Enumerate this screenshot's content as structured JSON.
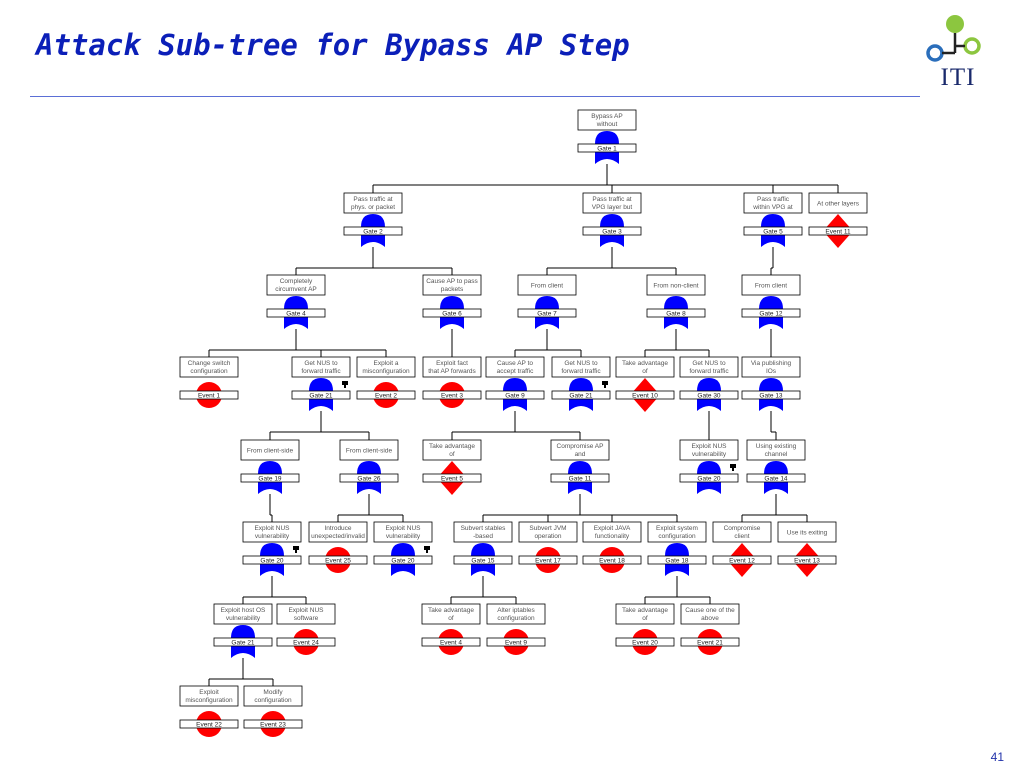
{
  "slide": {
    "title": "Attack Sub-tree for Bypass AP Step",
    "page_number": "41",
    "logo_text": "ITI"
  },
  "colors": {
    "title": "#0b1fb8",
    "gate": "#0000ff",
    "event": "#ff0000",
    "rule": "#5b6fd6",
    "logo_green": "#8cc63f",
    "logo_blue": "#2a6ebb"
  },
  "nodes": [
    {
      "id": "g1",
      "type": "gate",
      "label": "Bypass AP without",
      "tag": "Gate 1"
    },
    {
      "id": "g2",
      "type": "gate",
      "label": "Pass traffic at phys. or packet",
      "tag": "Gate 2"
    },
    {
      "id": "g3",
      "type": "gate",
      "label": "Pass traffic at VPG layer but",
      "tag": "Gate 3"
    },
    {
      "id": "g5",
      "type": "gate",
      "label": "Pass traffic within VPG at",
      "tag": "Gate 5"
    },
    {
      "id": "e11",
      "type": "event-diamond",
      "label": "At other layers",
      "tag": "Event 11"
    },
    {
      "id": "g4",
      "type": "gate",
      "label": "Completely circumvent AP",
      "tag": "Gate 4"
    },
    {
      "id": "g6",
      "type": "gate",
      "label": "Cause AP to pass packets",
      "tag": "Gate 6"
    },
    {
      "id": "g7",
      "type": "gate",
      "label": "From client",
      "tag": "Gate 7"
    },
    {
      "id": "g8",
      "type": "gate",
      "label": "From non-client",
      "tag": "Gate 8"
    },
    {
      "id": "g12",
      "type": "gate",
      "label": "From client",
      "tag": "Gate 12"
    },
    {
      "id": "e1",
      "type": "event-circle",
      "label": "Change switch configuration",
      "tag": "Event 1"
    },
    {
      "id": "g21a",
      "type": "gate",
      "label": "Get NUS to forward traffic",
      "tag": "Gate 21"
    },
    {
      "id": "e2",
      "type": "event-circle",
      "label": "Exploit a misconfiguration",
      "tag": "Event 2"
    },
    {
      "id": "e3",
      "type": "event-circle",
      "label": "Exploit fact that AP forwards",
      "tag": "Event 3"
    },
    {
      "id": "g9",
      "type": "gate",
      "label": "Cause AP to accept traffic",
      "tag": "Gate 9"
    },
    {
      "id": "g21b",
      "type": "gate",
      "label": "Get NUS to forward traffic",
      "tag": "Gate 21"
    },
    {
      "id": "e10",
      "type": "event-diamond",
      "label": "Take advantage of",
      "tag": "Event 10"
    },
    {
      "id": "g30",
      "type": "gate",
      "label": "Get NUS to forward traffic",
      "tag": "Gate 30"
    },
    {
      "id": "g13",
      "type": "gate",
      "label": "Via publishing IOs",
      "tag": "Gate 13"
    },
    {
      "id": "g19",
      "type": "gate",
      "label": "From client-side",
      "tag": "Gate 19"
    },
    {
      "id": "g26",
      "type": "gate",
      "label": "From client-side",
      "tag": "Gate 26"
    },
    {
      "id": "e5",
      "type": "event-diamond",
      "label": "Take advantage of",
      "tag": "Event 5"
    },
    {
      "id": "g11",
      "type": "gate",
      "label": "Compromise AP and",
      "tag": "Gate 11"
    },
    {
      "id": "g20b",
      "type": "gate",
      "label": "Exploit NUS vulnerability",
      "tag": "Gate 20"
    },
    {
      "id": "g14",
      "type": "gate",
      "label": "Using existing channel",
      "tag": "Gate 14"
    },
    {
      "id": "g20a",
      "type": "gate",
      "label": "Exploit NUS vulnerability",
      "tag": "Gate 20"
    },
    {
      "id": "e25",
      "type": "event-circle",
      "label": "Introduce unexpected/invalid",
      "tag": "Event 25"
    },
    {
      "id": "g20c",
      "type": "gate",
      "label": "Exploit NUS vulnerability",
      "tag": "Gate 20"
    },
    {
      "id": "g15",
      "type": "gate",
      "label": "Subvert stables -based",
      "tag": "Gate 15"
    },
    {
      "id": "e17",
      "type": "event-circle",
      "label": "Subvert JVM operation",
      "tag": "Event 17"
    },
    {
      "id": "e18",
      "type": "event-circle",
      "label": "Exploit JAVA functionality",
      "tag": "Event 18"
    },
    {
      "id": "g18",
      "type": "gate",
      "label": "Exploit system configuration",
      "tag": "Gate 18"
    },
    {
      "id": "e12",
      "type": "event-diamond",
      "label": "Compromise client",
      "tag": "Event 12"
    },
    {
      "id": "e13",
      "type": "event-diamond",
      "label": "Use its exiting",
      "tag": "Event 13"
    },
    {
      "id": "g21c",
      "type": "gate",
      "label": "Exploit host OS vulnerability",
      "tag": "Gate 21"
    },
    {
      "id": "e24",
      "type": "event-circle",
      "label": "Exploit NUS software",
      "tag": "Event 24"
    },
    {
      "id": "e4",
      "type": "event-circle",
      "label": "Take advantage of",
      "tag": "Event 4"
    },
    {
      "id": "e9",
      "type": "event-circle",
      "label": "Alter iptables configuration",
      "tag": "Event 9"
    },
    {
      "id": "e20",
      "type": "event-circle",
      "label": "Take advantage of",
      "tag": "Event 20"
    },
    {
      "id": "e21",
      "type": "event-circle",
      "label": "Cause one of the above",
      "tag": "Event 21"
    },
    {
      "id": "e22",
      "type": "event-circle",
      "label": "Exploit misconfiguration",
      "tag": "Event 22"
    },
    {
      "id": "e23",
      "type": "event-circle",
      "label": "Modify configuration",
      "tag": "Event 23"
    }
  ],
  "edges": [
    [
      "g1",
      "g2"
    ],
    [
      "g1",
      "g3"
    ],
    [
      "g1",
      "g5"
    ],
    [
      "g1",
      "e11"
    ],
    [
      "g2",
      "g4"
    ],
    [
      "g2",
      "g6"
    ],
    [
      "g3",
      "g7"
    ],
    [
      "g3",
      "g8"
    ],
    [
      "g5",
      "g12"
    ],
    [
      "g4",
      "e1"
    ],
    [
      "g4",
      "g21a"
    ],
    [
      "g4",
      "e2"
    ],
    [
      "g6",
      "e3"
    ],
    [
      "g7",
      "g9"
    ],
    [
      "g7",
      "g21b"
    ],
    [
      "g8",
      "e10"
    ],
    [
      "g8",
      "g30"
    ],
    [
      "g12",
      "g13"
    ],
    [
      "g21a",
      "g19"
    ],
    [
      "g21a",
      "g26"
    ],
    [
      "g9",
      "e5"
    ],
    [
      "g9",
      "g11"
    ],
    [
      "g30",
      "g20b"
    ],
    [
      "g13",
      "g14"
    ],
    [
      "g19",
      "g20a"
    ],
    [
      "g26",
      "e25"
    ],
    [
      "g26",
      "g20c"
    ],
    [
      "g11",
      "g15"
    ],
    [
      "g11",
      "e17"
    ],
    [
      "g11",
      "e18"
    ],
    [
      "g11",
      "g18"
    ],
    [
      "g14",
      "e12"
    ],
    [
      "g14",
      "e13"
    ],
    [
      "g20a",
      "g21c"
    ],
    [
      "g20a",
      "e24"
    ],
    [
      "g15",
      "e4"
    ],
    [
      "g15",
      "e9"
    ],
    [
      "g18",
      "e20"
    ],
    [
      "g18",
      "e21"
    ],
    [
      "g21c",
      "e22"
    ],
    [
      "g21c",
      "e23"
    ]
  ],
  "transfer_marks": [
    "g21a",
    "g21b",
    "g20b",
    "g20a",
    "g20c"
  ]
}
